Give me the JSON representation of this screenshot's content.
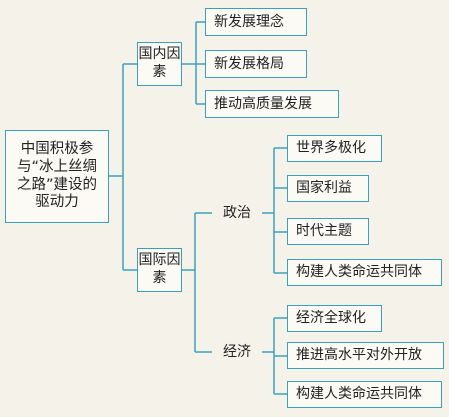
{
  "root": {
    "label": "中国积极参与“冰上丝绸之路”建设的驱动力"
  },
  "domestic": {
    "label": "国内因素",
    "items": [
      "新发展理念",
      "新发展格局",
      "推动高质量发展"
    ]
  },
  "international": {
    "label": "国际因素",
    "politics": {
      "label": "政治",
      "items": [
        "世界多极化",
        "国家利益",
        "时代主题",
        "构建人类命运共同体"
      ]
    },
    "economy": {
      "label": "经济",
      "items": [
        "经济全球化",
        "推进高水平对外开放",
        "构建人类命运共同体"
      ]
    }
  },
  "colors": {
    "line": "#3aa1bd",
    "box_border": "#3aa1bd",
    "background": "#f5f2e9"
  }
}
